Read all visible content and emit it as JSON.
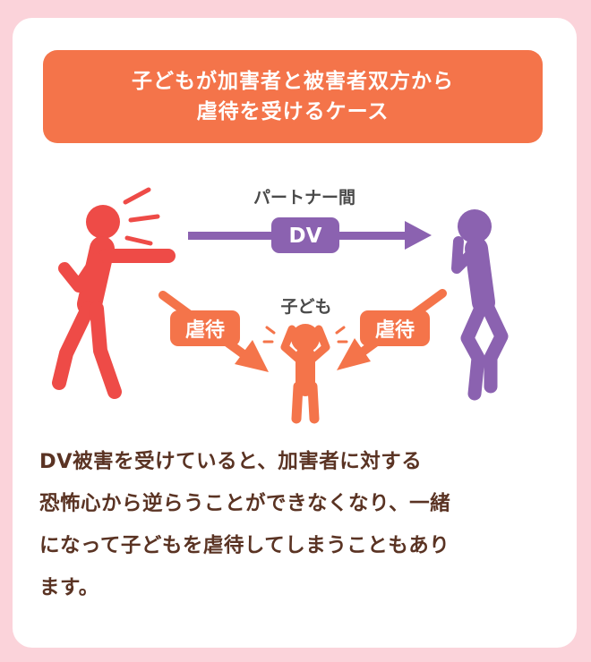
{
  "title": {
    "line1": "子どもが加害者と被害者双方から",
    "line2": "虐待を受けるケース"
  },
  "diagram": {
    "partner_label": "パートナー間",
    "dv_label": "DV",
    "abuse_left_label": "虐待",
    "abuse_right_label": "虐待",
    "child_label": "子ども"
  },
  "description": {
    "line1": "DV被害を受けていると、加害者に対する",
    "line2": "恐怖心から逆らうことができなくなり、一緒",
    "line3": "になって子どもを虐待してしまうこともあり",
    "line4": "ます。"
  },
  "colors": {
    "background": "#fbd3da",
    "title_box": "#f4744a",
    "perpetrator": "#ee4b47",
    "victim": "#8b62b0",
    "child": "#f4744a",
    "text": "#5a3323"
  }
}
